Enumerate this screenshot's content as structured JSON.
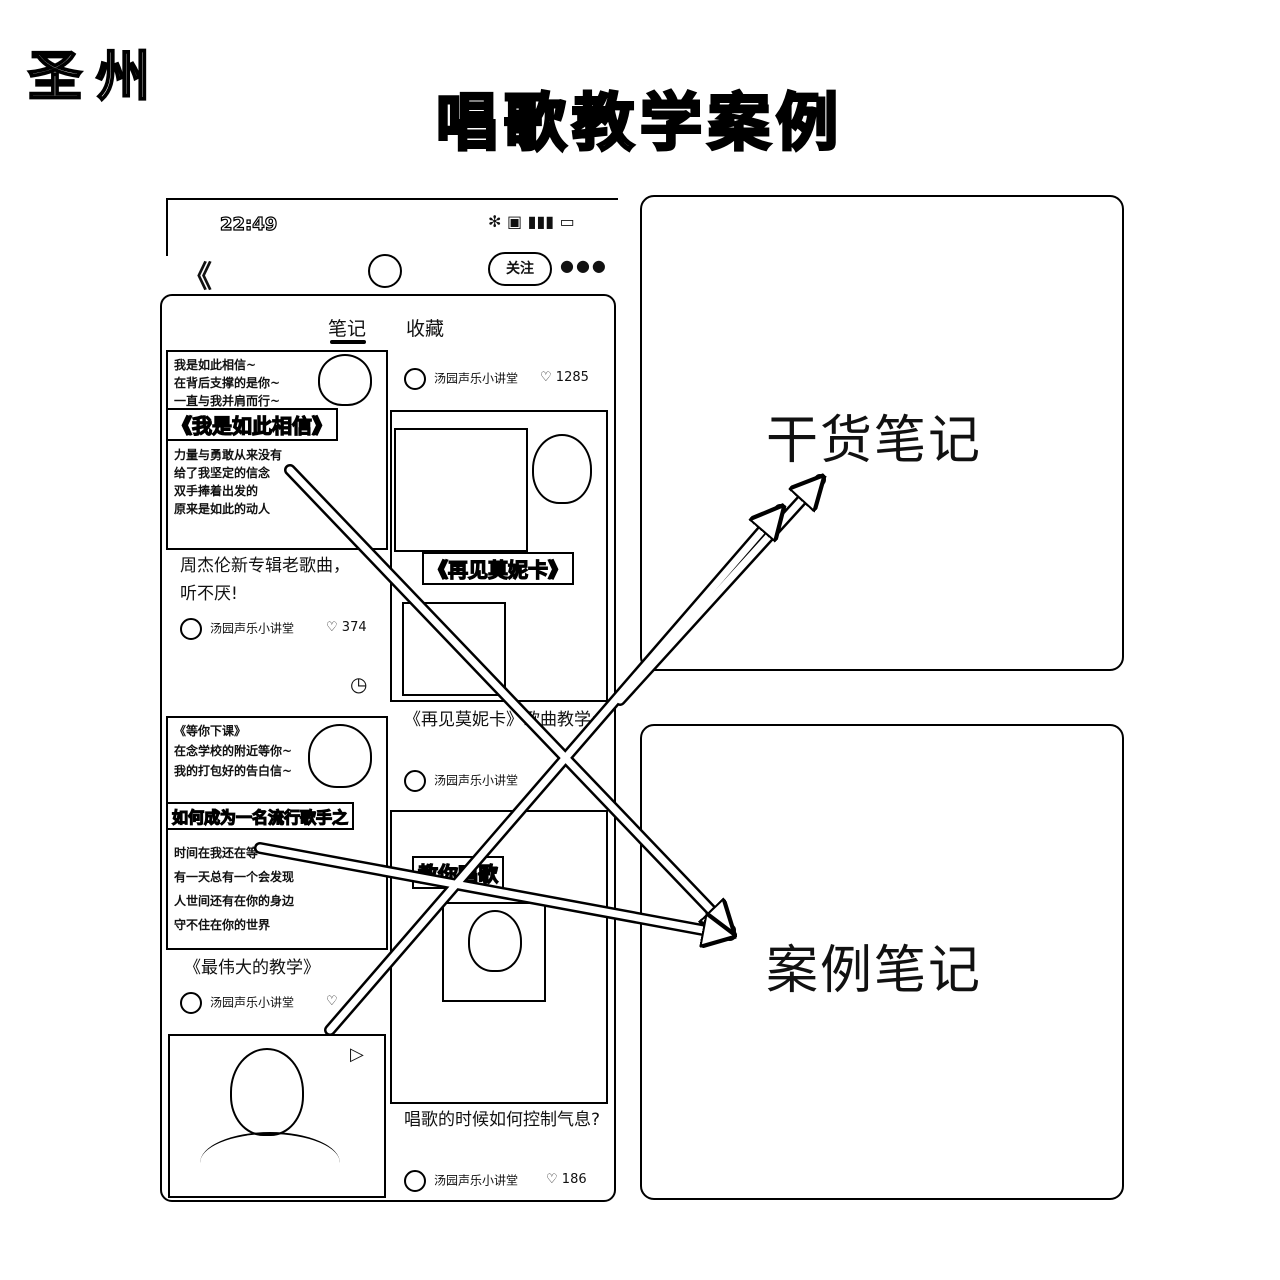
{
  "logo": "圣州",
  "title": "唱歌教学案例",
  "phone": {
    "time": "22:49",
    "status_icons": "✻ ▣ ▮▮▮ ▭",
    "follow_label": "关注",
    "tabs": [
      "笔记",
      "收藏"
    ],
    "notes": [
      {
        "thumb_lines": [
          "我是如此相信~",
          "在背后支撑的是你~",
          "一直与我并肩而行~"
        ],
        "banner": "《我是如此相信》",
        "thumb_lines_2": [
          "力量与勇敢从来没有",
          "给了我坚定的信念",
          "双手捧着出发的",
          "原来是如此的动人"
        ],
        "caption": "周杰伦新专辑老歌曲，听不厌!",
        "author": "汤园声乐小讲堂",
        "likes": "374"
      },
      {
        "caption": "",
        "author": "汤园声乐小讲堂",
        "likes": "1285"
      },
      {
        "banner": "《再见莫妮卡》",
        "caption": "《再见莫妮卡》歌曲教学:",
        "author": "汤园声乐小讲堂",
        "likes": ""
      },
      {
        "thumb_lines": [
          "《等你下课》",
          "在念学校的附近等你~",
          "我的打包好的告白信~"
        ],
        "banner": "如何成为一名流行歌手之",
        "thumb_lines_2": [
          "时间在我还在等",
          "有一天总有一个会发现",
          "人世间还有在你的身边",
          "守不住在你的世界"
        ],
        "caption": "《最伟大的教学》",
        "author": "汤园声乐小讲堂",
        "likes": ""
      },
      {
        "banner": "教你唱歌",
        "caption": "唱歌的时候如何控制气息?",
        "author": "汤园声乐小讲堂",
        "likes": "186"
      }
    ]
  },
  "boxes": {
    "top_label": "干货笔记",
    "bottom_label": "案例笔记"
  }
}
